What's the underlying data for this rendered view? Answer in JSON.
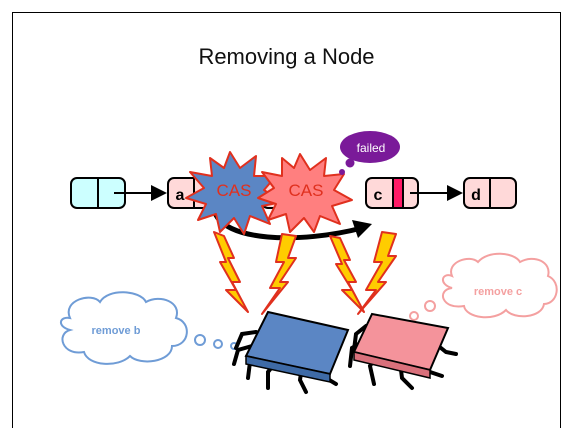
{
  "slide": {
    "title": "Removing a Node",
    "nodes": [
      {
        "label": ""
      },
      {
        "label": "a"
      },
      {
        "label": ""
      },
      {
        "label": "c"
      },
      {
        "label": "d"
      }
    ],
    "cas_left": "CAS",
    "cas_right": "CAS",
    "failed_label": "failed",
    "thought_left": "remove b",
    "thought_right": "remove c"
  },
  "colors": {
    "head_node": "#ccffff",
    "list_node": "#ffd9d9",
    "mark_bit": "#ff1a66",
    "cas_left_fill": "#5b86c4",
    "cas_right_fill": "#ff7f7f",
    "lightning": "#ffcc00",
    "failed_bubble": "#7a1a99",
    "cpu_left": "#5b86c4",
    "cpu_right": "#f4939b",
    "thought_left_stroke": "#6f9cd6",
    "thought_right_stroke": "#f4a0a0"
  }
}
